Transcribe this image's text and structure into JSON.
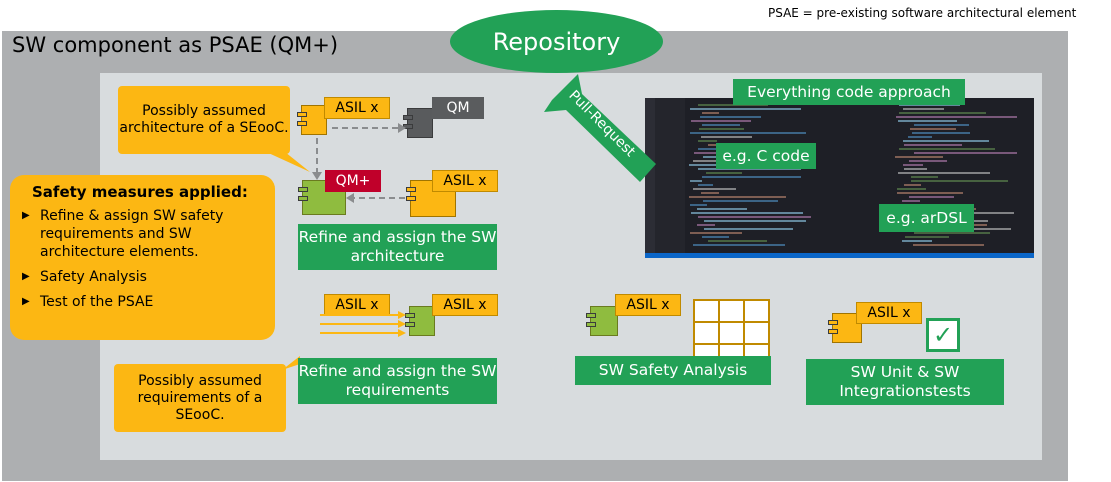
{
  "legend": "PSAE = pre-existing software architectural element",
  "title": "SW component as PSAE (QM+)",
  "repository": "Repository",
  "pull_request": "Pull-Request",
  "everything_code": "Everything code approach",
  "code_labels": {
    "c": "e.g. C code",
    "ardsl": "e.g. arDSL"
  },
  "callouts": {
    "architecture": "Possibly assumed architecture of a SEooC.",
    "requirements": "Possibly assumed requirements of a SEooC."
  },
  "safety": {
    "heading": "Safety measures applied:",
    "items": [
      "Refine & assign SW safety requirements and SW architecture elements.",
      "Safety Analysis",
      "Test of the PSAE"
    ]
  },
  "tags": {
    "asil": "ASIL x",
    "qm": "QM",
    "qmplus": "QM+"
  },
  "activities": {
    "architecture": "Refine and assign the SW architecture",
    "requirements": "Refine and assign the SW requirements",
    "safety_analysis": "SW Safety Analysis",
    "testing": "SW Unit & SW Integrationstests"
  },
  "check_icon": "checkbox-checked-icon",
  "colors": {
    "green": "#22a156",
    "yellow": "#fcb713",
    "red": "#c0002a",
    "dark": "#595b5d",
    "lime": "#8fbc3f"
  }
}
